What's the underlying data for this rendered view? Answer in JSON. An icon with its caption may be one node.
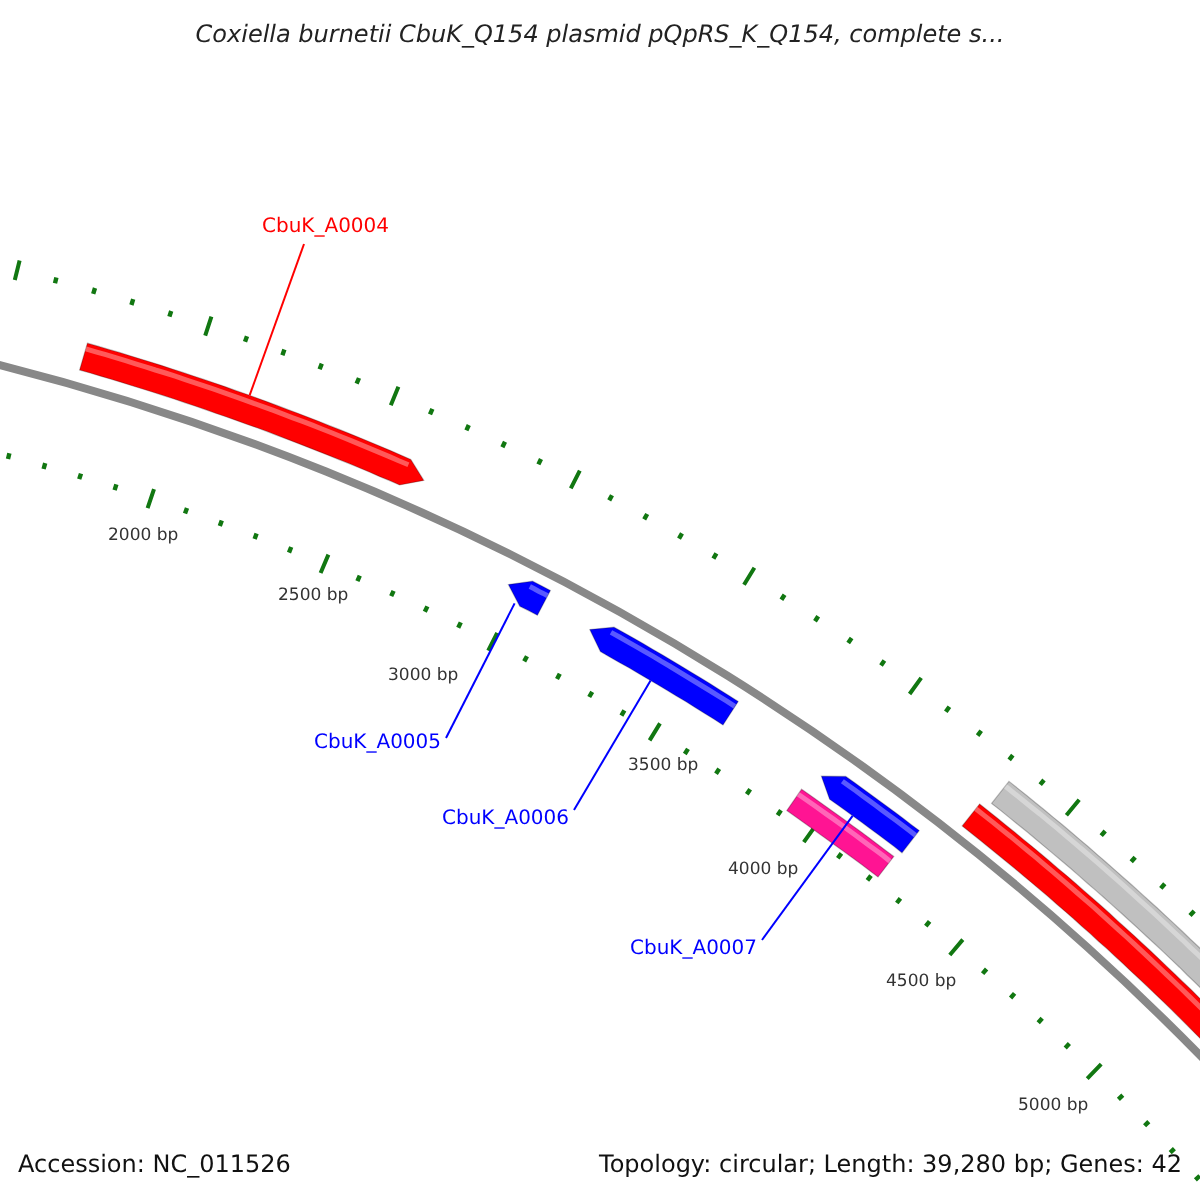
{
  "diagram": {
    "title": "Coxiella burnetii CbuK_Q154 plasmid pQpRS_K_Q154, complete s...",
    "nodes": [
      {
        "text": [
          "CbuK_A0004"
        ]
      },
      {
        "text": [],
        "shape": "arrow"
      },
      {
        "text": [],
        "shape": "arrow"
      },
      {
        "text": [
          "CbuK_A0005"
        ]
      },
      {
        "text": [],
        "shape": "arrow"
      },
      {
        "text": [
          "CbuK_A0006"
        ]
      },
      {
        "text": [],
        "shape": "arrow"
      },
      {
        "text": [],
        "shape": "bar"
      },
      {
        "text": [
          "CbuK_A0007"
        ]
      },
      {
        "text": [],
        "shape": "bar"
      },
      {
        "text": [],
        "shape": "bar"
      }
    ],
    "edges": [
      {
        "from": 0,
        "to": 1,
        "arrow": "none",
        "color": "#ff0000"
      },
      {
        "from": 3,
        "to": 2,
        "arrow": "none"
      },
      {
        "from": 5,
        "to": 4,
        "arrow": "none"
      },
      {
        "from": 8,
        "to": 6,
        "arrow": "none"
      }
    ],
    "labels": [
      "2000 bp",
      "2500 bp",
      "3000 bp",
      "3500 bp",
      "4000 bp",
      "4500 bp",
      "5000 bp",
      "Accession: NC_011526",
      "Topology: circular; Length: 39,280 bp; Genes: 42"
    ]
  }
}
